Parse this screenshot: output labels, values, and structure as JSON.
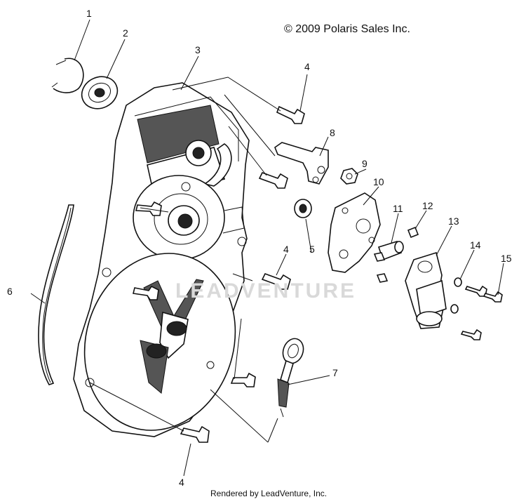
{
  "copyright": "© 2009 Polaris Sales Inc.",
  "footer": "Rendered by LeadVenture, Inc.",
  "watermark": "LEADVENTURE",
  "callouts": {
    "c1": "1",
    "c2": "2",
    "c3": "3",
    "c4a": "4",
    "c4b": "4",
    "c4c": "4",
    "c5": "5",
    "c6": "6",
    "c7": "7",
    "c8": "8",
    "c9": "9",
    "c10": "10",
    "c11": "11",
    "c12": "12",
    "c13": "13",
    "c14": "14",
    "c15": "15"
  }
}
